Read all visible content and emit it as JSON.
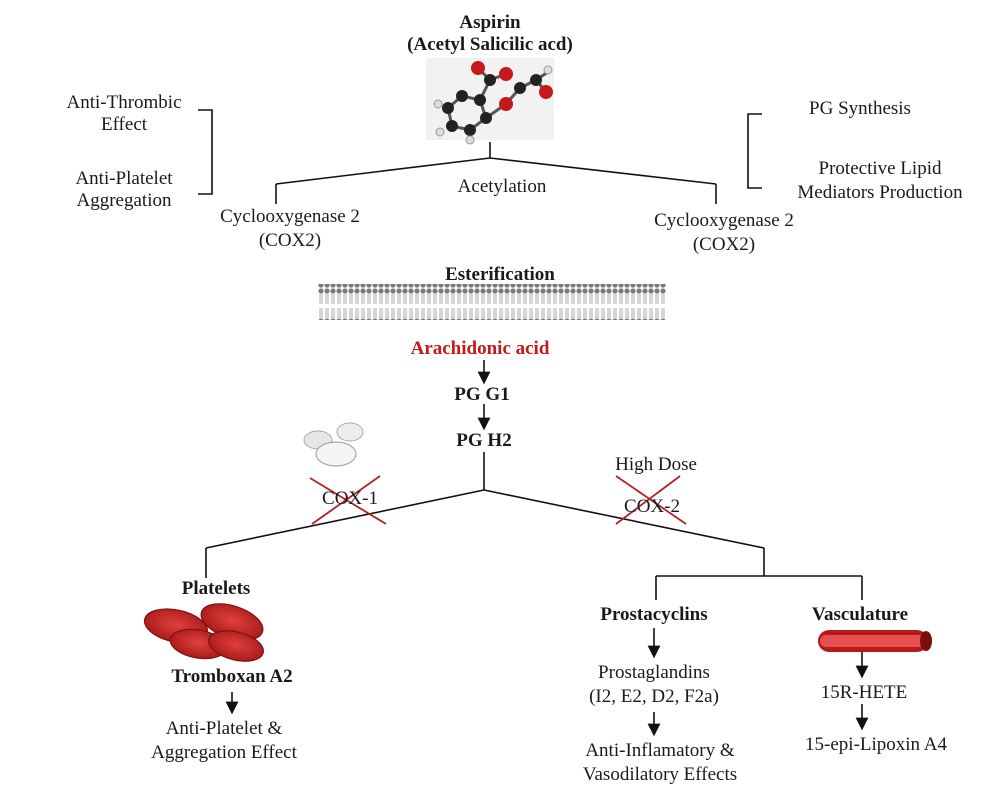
{
  "title": "Aspirin",
  "subtitle": "(Acetyl Salicilic acd)",
  "left_effects": [
    "Anti-Thrombic",
    "Effect",
    "Anti-Platelet",
    "Aggregation"
  ],
  "right_effects": [
    "PG Synthesis",
    "Protective Lipid",
    "Mediators Production"
  ],
  "acetylation": "Acetylation",
  "cox_left": [
    "Cyclooxygenase 2",
    "(COX2)"
  ],
  "cox_right": [
    "Cyclooxygenase 2",
    "(COX2)"
  ],
  "esterification": "Esterification",
  "arachidonic": "Arachidonic acid",
  "pg_g1": "PG G1",
  "pg_h2": "PG H2",
  "cox1": "COX-1",
  "high_dose": "High Dose",
  "cox2": "COX-2",
  "platelets": "Platelets",
  "tromboxan": "Tromboxan A2",
  "antiplatelet_effect": [
    "Anti-Platelet &",
    "Aggregation Effect"
  ],
  "prostacyclins": "Prostacyclins",
  "prostaglandins": [
    "Prostaglandins",
    "(I2, E2, D2, F2a)"
  ],
  "anti_inflammatory": [
    "Anti-Inflamatory &",
    "Vasodilatory Effects"
  ],
  "vasculature": "Vasculature",
  "hete": "15R-HETE",
  "lipoxin": "15-epi-Lipoxin A4",
  "colors": {
    "accent_red": "#c41a1a",
    "cell_red": "#c62828",
    "line": "#111111"
  }
}
